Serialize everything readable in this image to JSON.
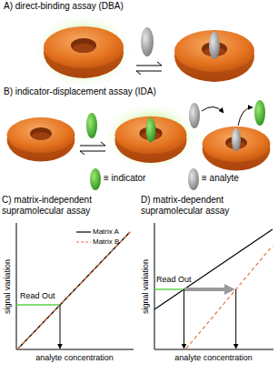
{
  "diagram": {
    "labels": [
      "A) direct-binding assay (DBA)",
      "B) indicator-displacement assay (IDA)",
      "≡ indicator",
      "≡ analyte",
      "C) matrix-independent supramolecular assay",
      "D) matrix-dependent supramolecular assay",
      "signal variation",
      "analyte concentration",
      "Read Out",
      "signal variation",
      "analyte concentration",
      "Read Out"
    ],
    "legend": [
      {
        "text": "Matrix A"
      },
      {
        "text": "Matrix B"
      }
    ]
  }
}
